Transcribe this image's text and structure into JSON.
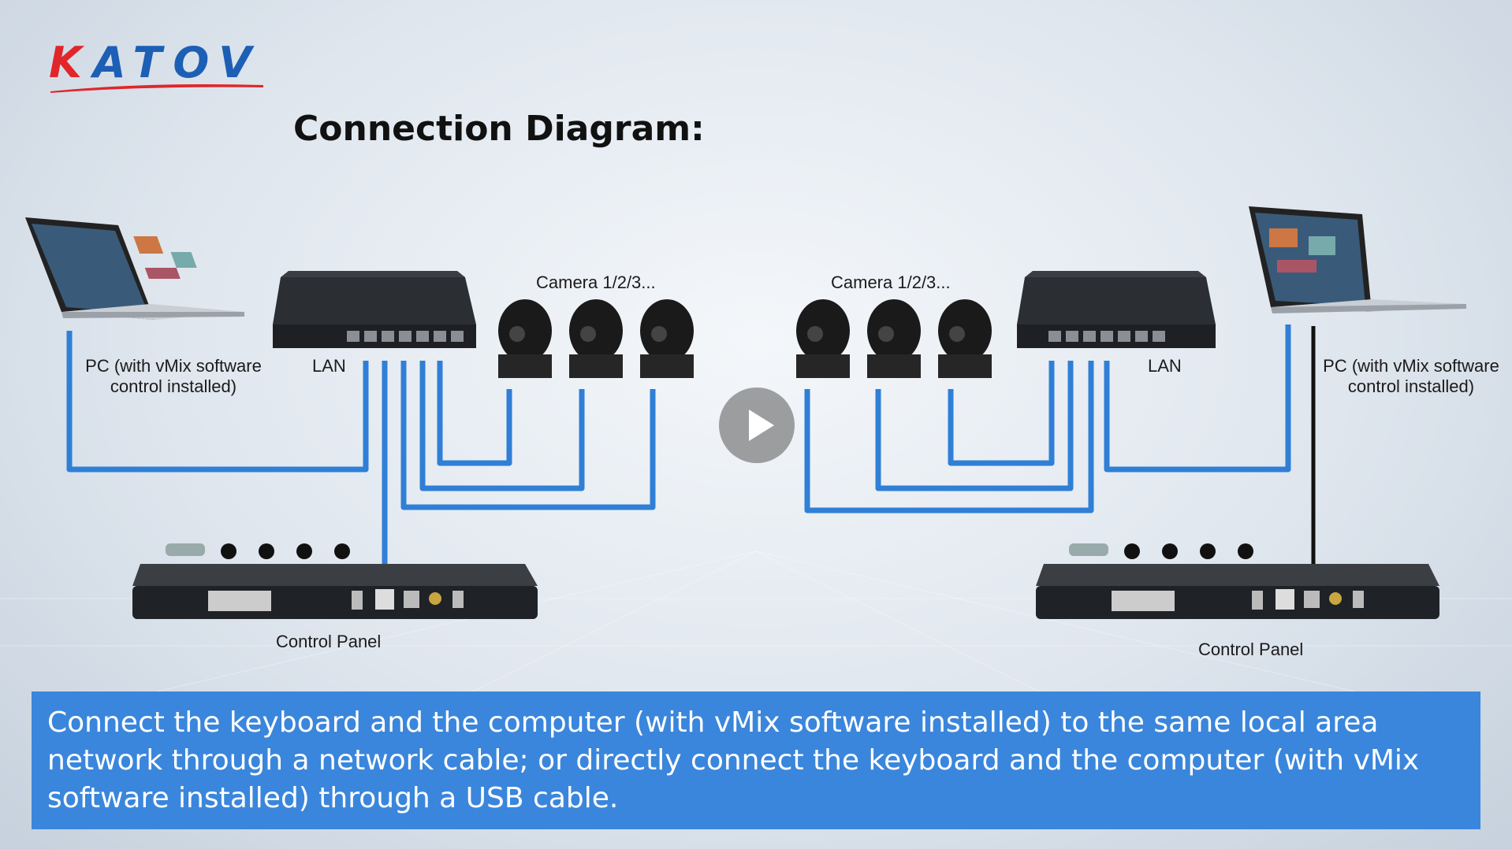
{
  "brand": {
    "logo_first": "K",
    "logo_rest": "ATOV"
  },
  "title": "Connection Diagram:",
  "left": {
    "pc_label_line1": "PC (with vMix software",
    "pc_label_line2": "control installed)",
    "lan_label": "LAN",
    "camera_label": "Camera 1/2/3...",
    "panel_label": "Control Panel"
  },
  "right": {
    "pc_label_line1": "PC (with vMix software",
    "pc_label_line2": "control installed)",
    "lan_label": "LAN",
    "camera_label": "Camera 1/2/3...",
    "panel_label": "Control Panel"
  },
  "caption": "Connect the keyboard and the computer (with vMix software installed) to the same local area network through a network cable; or directly connect the keyboard and the computer (with vMix software installed) through a USB cable.",
  "colors": {
    "cable": "#2f7fd6",
    "caption_bg": "#3a86dc",
    "brand_red": "#e0262b",
    "brand_blue": "#1c5fb5"
  },
  "icons": {
    "play": "play-icon"
  }
}
